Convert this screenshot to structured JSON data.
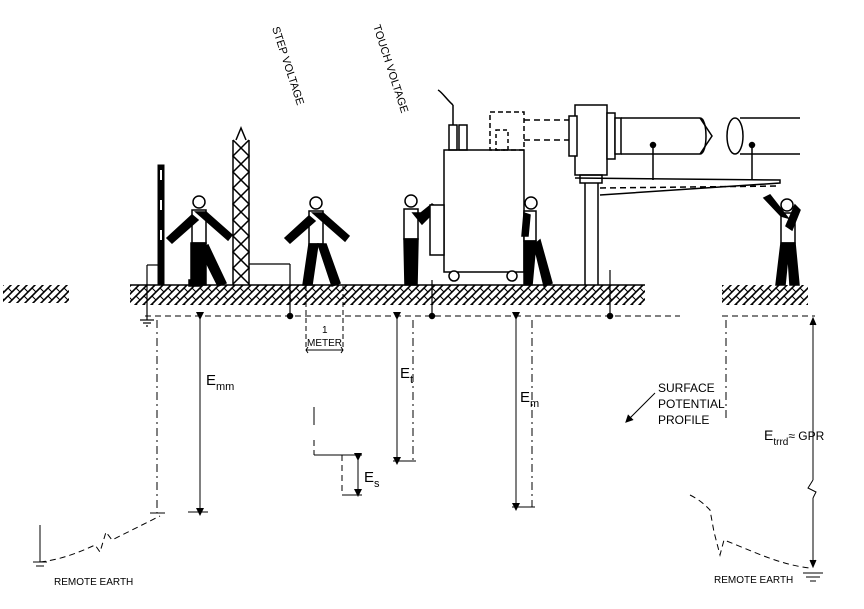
{
  "labels": {
    "step_voltage": "STEP VOLTAGE",
    "touch_voltage": "TOUCH VOLTAGE",
    "one": "1",
    "meter": "METER",
    "surface": "SURFACE",
    "potential": "POTENTIAL",
    "profile": "PROFILE",
    "remote_earth_left": "REMOTE EARTH",
    "remote_earth_right": "REMOTE EARTH"
  },
  "symbols": {
    "e_mm": {
      "base": "E",
      "sub": "mm"
    },
    "e_t": {
      "base": "E",
      "sub": "t"
    },
    "e_s": {
      "base": "E",
      "sub": "s"
    },
    "e_m": {
      "base": "E",
      "sub": "m"
    },
    "e_trrd": {
      "base": "E",
      "sub": "trrd",
      "suffix": "≈ GPR"
    }
  },
  "colors": {
    "ink": "#000000",
    "paper": "#ffffff"
  }
}
